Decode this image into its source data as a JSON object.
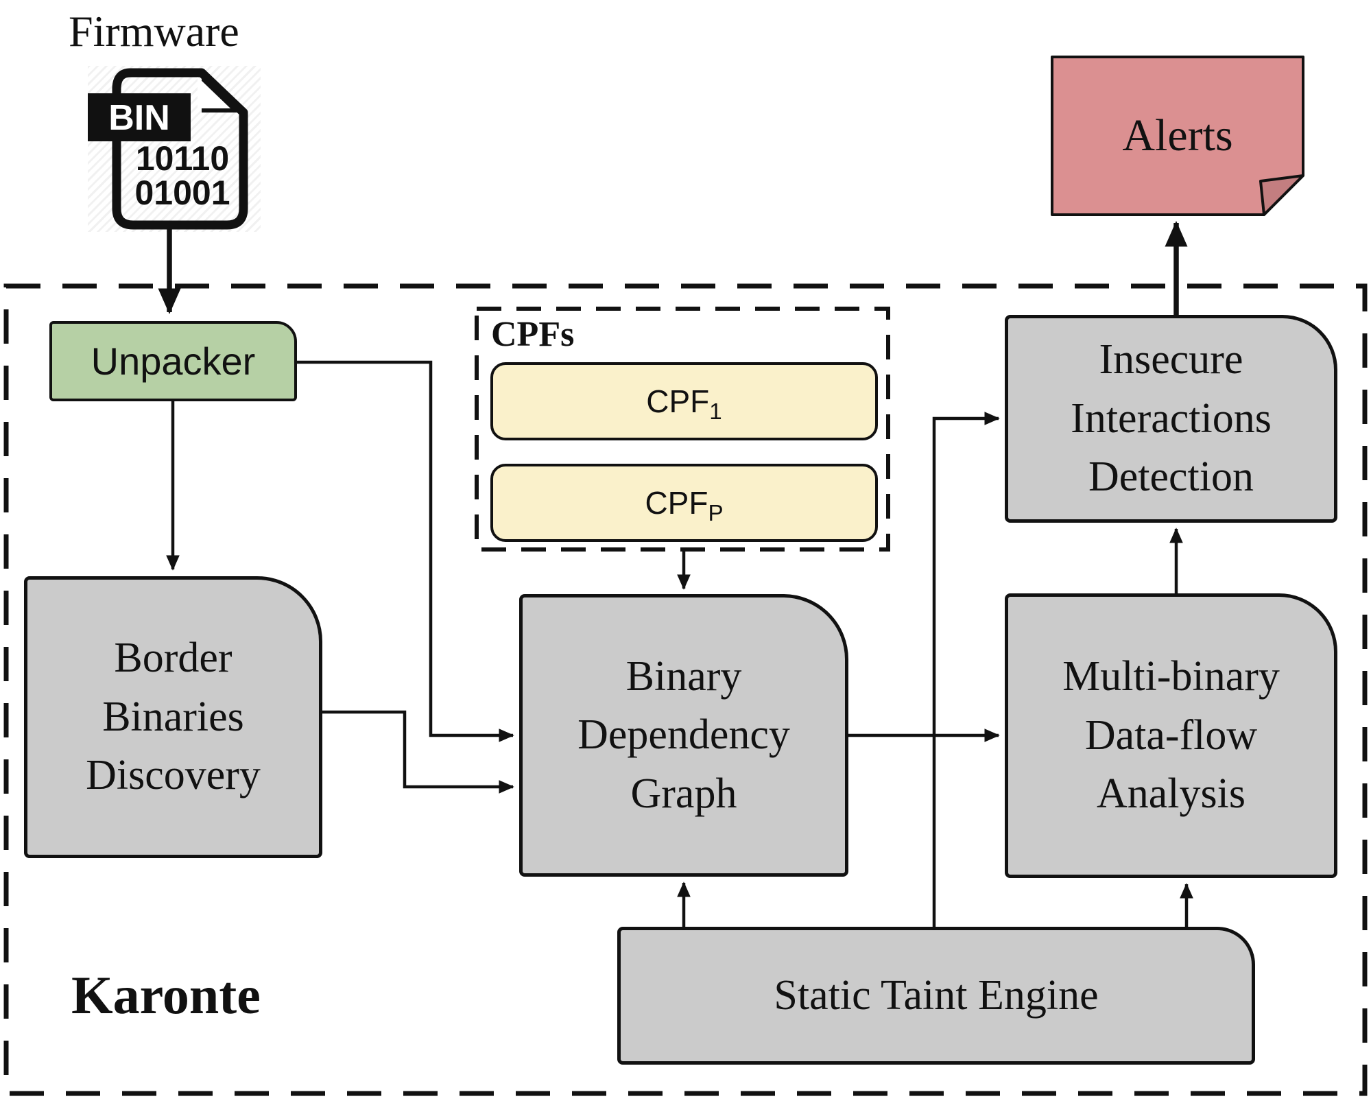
{
  "diagram": {
    "firmware_label": "Firmware",
    "bin_icon": {
      "badge": "BIN",
      "digits_line1": "10110",
      "digits_line2": "01001"
    },
    "karonte_label": "Karonte",
    "alerts_label": "Alerts",
    "unpacker_label": "Unpacker",
    "border_binaries_discovery": {
      "line1": "Border",
      "line2": "Binaries",
      "line3": "Discovery"
    },
    "cpfs": {
      "title": "CPFs",
      "cpf_first": {
        "base": "CPF",
        "subscript": "1"
      },
      "ellipsis": "...",
      "cpf_last": {
        "base": "CPF",
        "subscript": "P"
      }
    },
    "binary_dependency_graph": {
      "line1": "Binary",
      "line2": "Dependency",
      "line3": "Graph"
    },
    "insecure_interactions_detection": {
      "line1": "Insecure",
      "line2": "Interactions",
      "line3": "Detection"
    },
    "multi_binary_dataflow_analysis": {
      "line1": "Multi-binary",
      "line2": "Data-flow",
      "line3": "Analysis"
    },
    "static_taint_engine_label": "Static Taint Engine",
    "colors": {
      "box_gray": "#cbcbcb",
      "unpacker_green": "#b6d0a5",
      "cpf_yellow": "#faf1cb",
      "alerts_pink": "#db9091",
      "alerts_fold": "#c37e80",
      "line_black": "#111111"
    }
  }
}
